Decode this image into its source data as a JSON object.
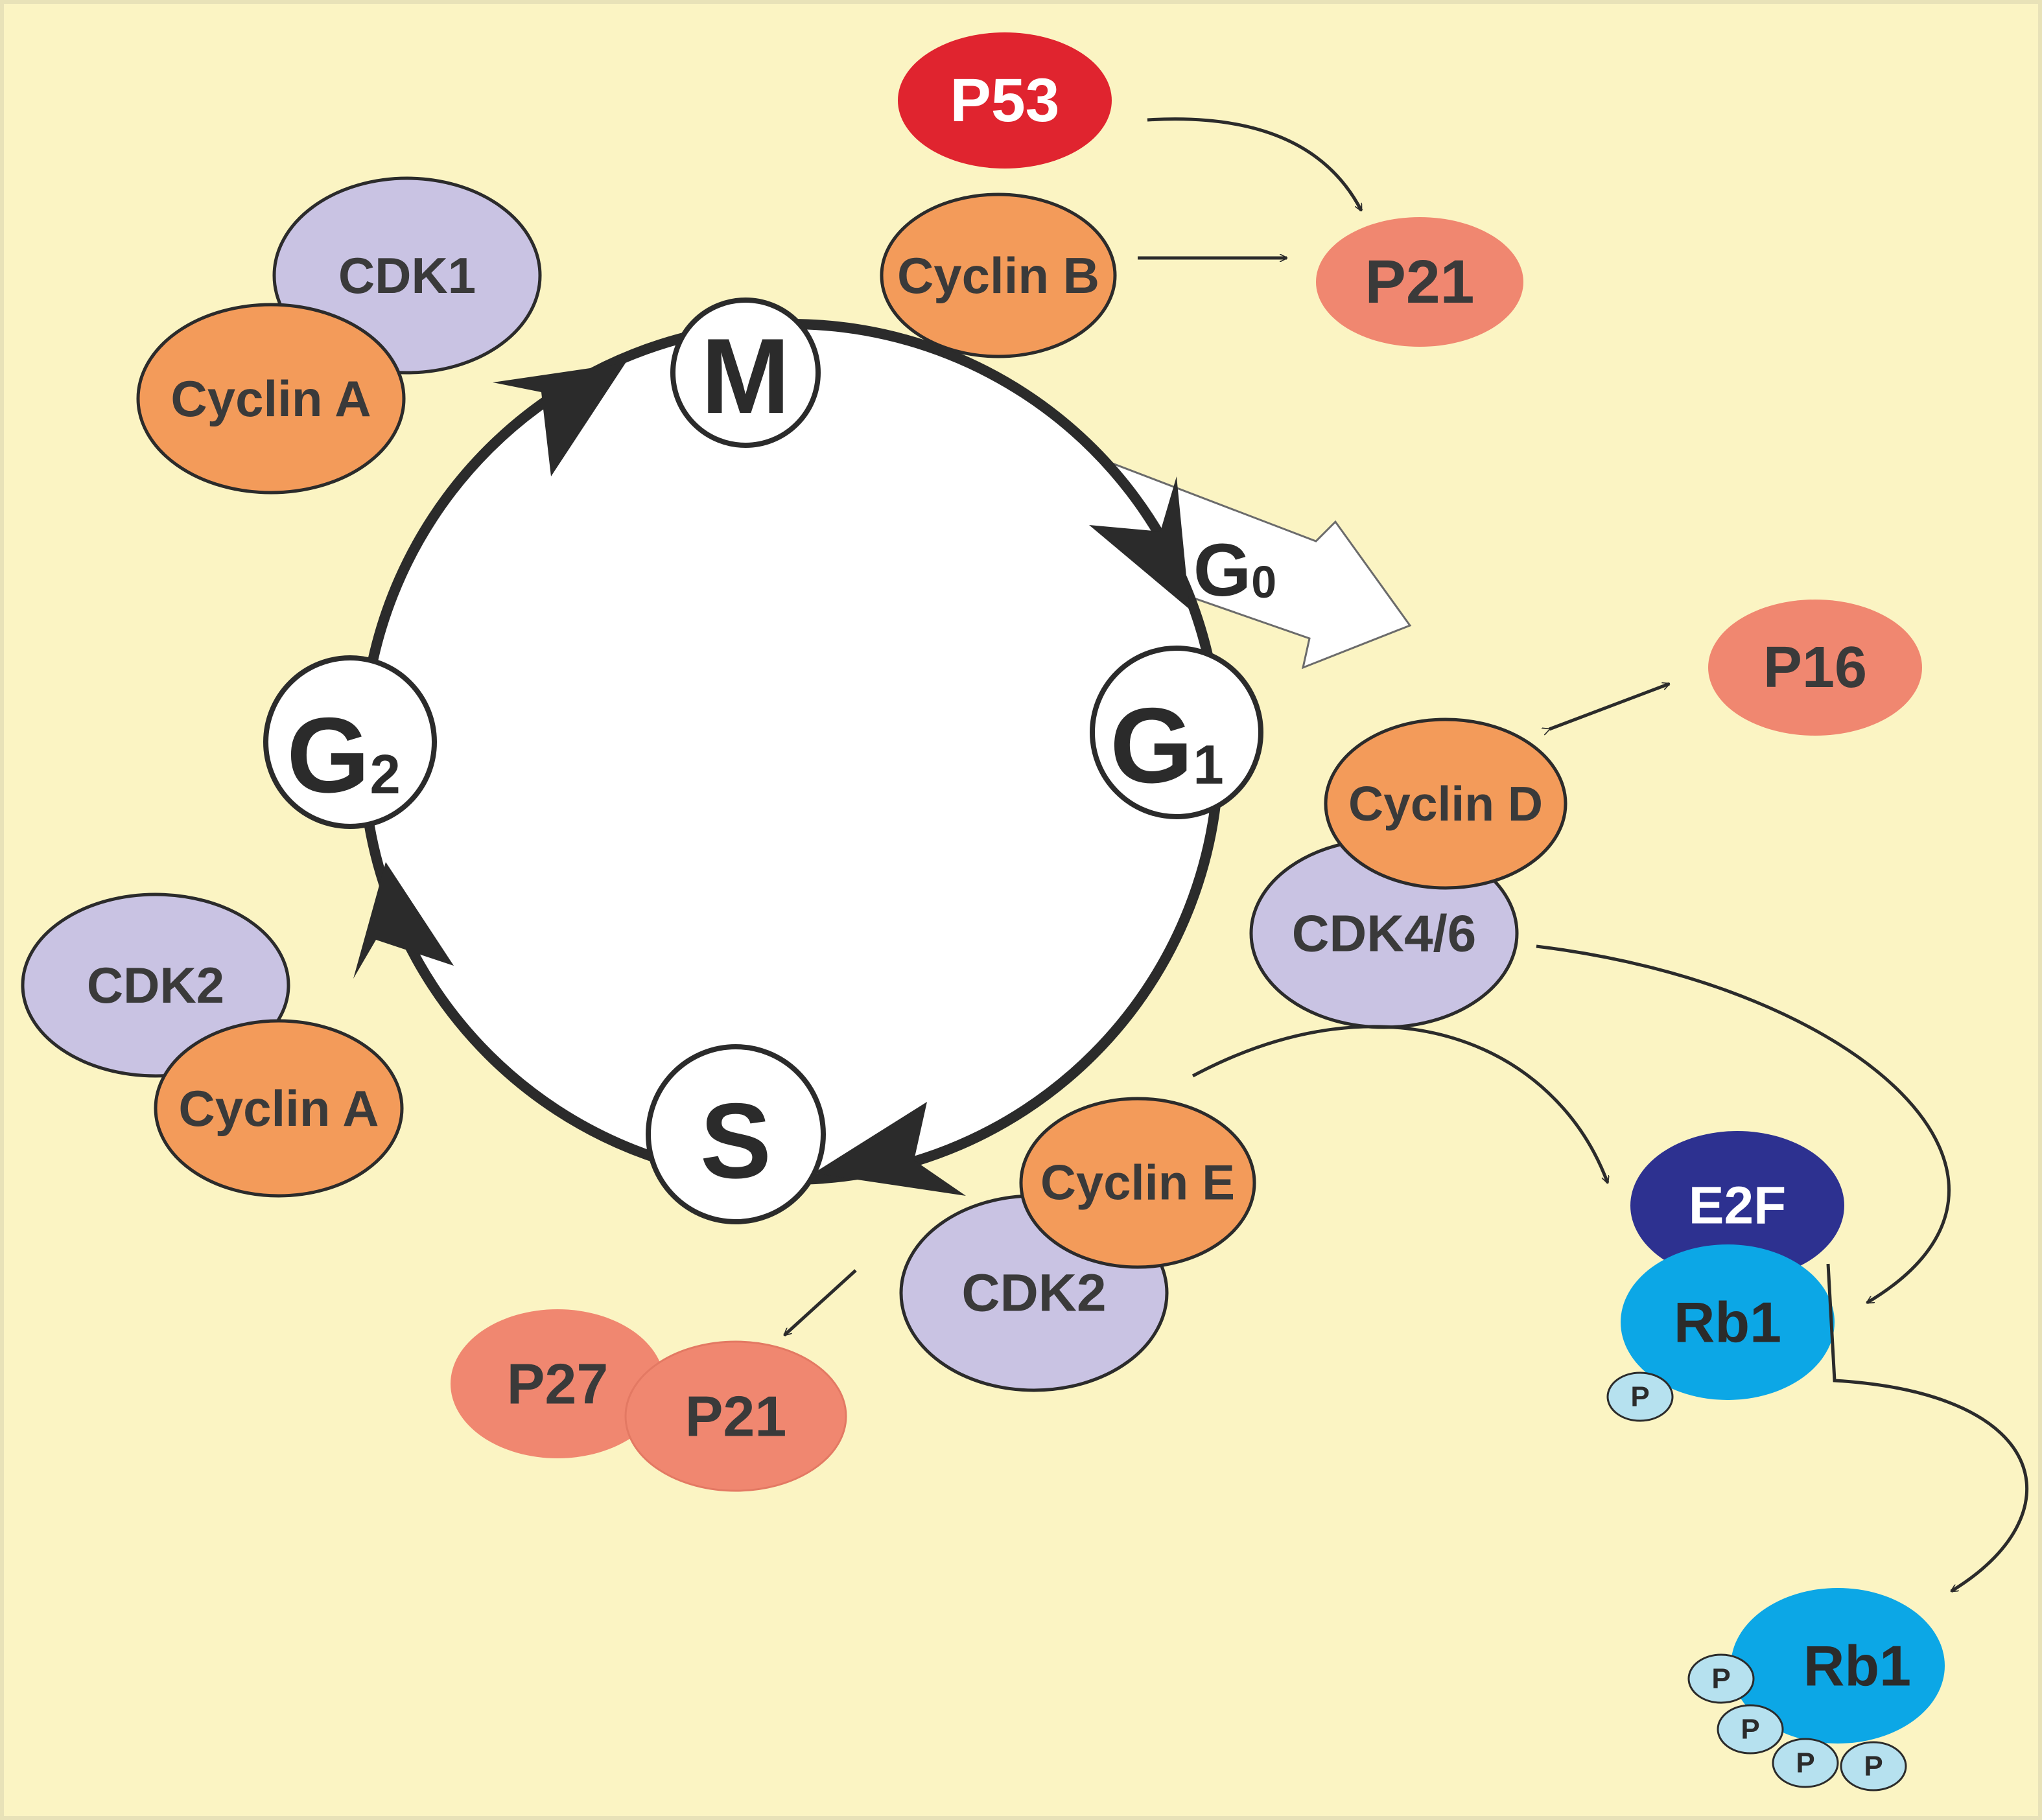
{
  "colors": {
    "background": "#fbf4c3",
    "cdk": "#c9c3e3",
    "cyclin": "#f39b5a",
    "inhibitor": "#f08770",
    "p53": "#e0242f",
    "e2f": "#2d3190",
    "rb1": "#0ca7e6",
    "phosphate": "#b6e1ef",
    "cycle_line": "#2b2b2b"
  },
  "phases": {
    "m": {
      "main": "M",
      "sub": ""
    },
    "g1": {
      "main": "G",
      "sub": "1"
    },
    "s": {
      "main": "S",
      "sub": ""
    },
    "g2": {
      "main": "G",
      "sub": "2"
    },
    "g0": {
      "main": "G",
      "sub": "0"
    }
  },
  "molecules": {
    "p53": "P53",
    "p21_top": "P21",
    "cyclin_b": "Cyclin B",
    "cdk1": "CDK1",
    "cyclin_a_top": "Cyclin A",
    "p16": "P16",
    "cyclin_d": "Cyclin D",
    "cdk46": "CDK4/6",
    "cdk2_left": "CDK2",
    "cyclin_a_bottom": "Cyclin A",
    "cyclin_e": "Cyclin E",
    "cdk2_bottom": "CDK2",
    "p27": "P27",
    "p21_bottom": "P21",
    "e2f": "E2F",
    "rb1_bound": "Rb1",
    "rb1_free": "Rb1",
    "phosphate": "P"
  }
}
